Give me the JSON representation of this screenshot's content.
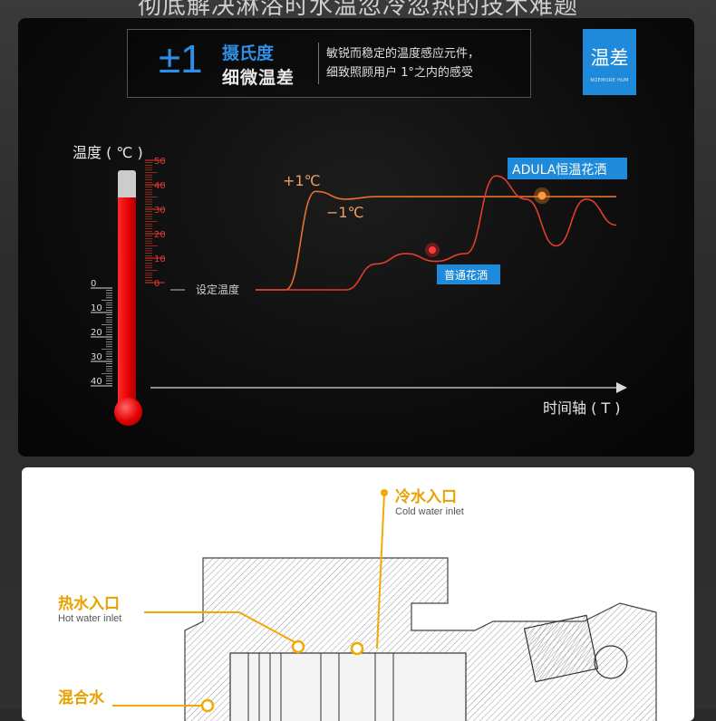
{
  "page": {
    "heading": "彻底解决淋浴时水温忽冷忽热的技术难题"
  },
  "header": {
    "big_value": "±1",
    "unit_line1": "摄氏度",
    "unit_line2": "细微温差",
    "description_line1": "敏锐而稳定的温度感应元件，",
    "description_line2": "细致照顾用户 1°之内的感受",
    "badge_main": "温差",
    "badge_sub": "NOEMORE HUM"
  },
  "chart": {
    "y_title": "温度 ( ℃ )",
    "upper_scale_labels": [
      "50",
      "40",
      "30",
      "20",
      "10",
      "0"
    ],
    "lower_scale_labels": [
      "0",
      "10",
      "20",
      "30",
      "40"
    ],
    "setpoint_label": "设定温度",
    "plus_label": "+1℃",
    "minus_label": "−1℃",
    "time_axis_label": "时间轴 ( T )",
    "adula_label": "ADULA恒温花洒",
    "normal_label": "普通花洒",
    "colors": {
      "accent_blue": "#1e8ad9",
      "adula_line": "#e7702e",
      "normal_line": "#e23c2c",
      "mercury": "#e40000"
    }
  },
  "chart_data": {
    "type": "line",
    "title": "",
    "xlabel": "时间轴 ( T )",
    "ylabel": "温度 ( ℃ )",
    "ylim": [
      0,
      50
    ],
    "series": [
      {
        "name": "ADULA恒温花洒",
        "x": [
          0,
          1,
          2,
          3,
          4,
          5,
          6,
          7,
          8,
          9,
          10,
          11,
          12
        ],
        "values": [
          0,
          0,
          38,
          35,
          36,
          36,
          36,
          36,
          36,
          36,
          36,
          36,
          36
        ]
      },
      {
        "name": "普通花洒",
        "x": [
          0,
          1,
          2,
          3,
          4,
          5,
          6,
          7,
          8,
          9,
          10,
          11,
          12
        ],
        "values": [
          0,
          0,
          0,
          0,
          10,
          14,
          11,
          14,
          44,
          35,
          17,
          35,
          25
        ]
      }
    ]
  },
  "diagram": {
    "cold_inlet_zh": "冷水入口",
    "cold_inlet_en": "Cold water inlet",
    "hot_inlet_zh": "热水入口",
    "hot_inlet_en": "Hot water inlet",
    "mixed_zh": "混合水",
    "callout_color": "#f2a900"
  }
}
